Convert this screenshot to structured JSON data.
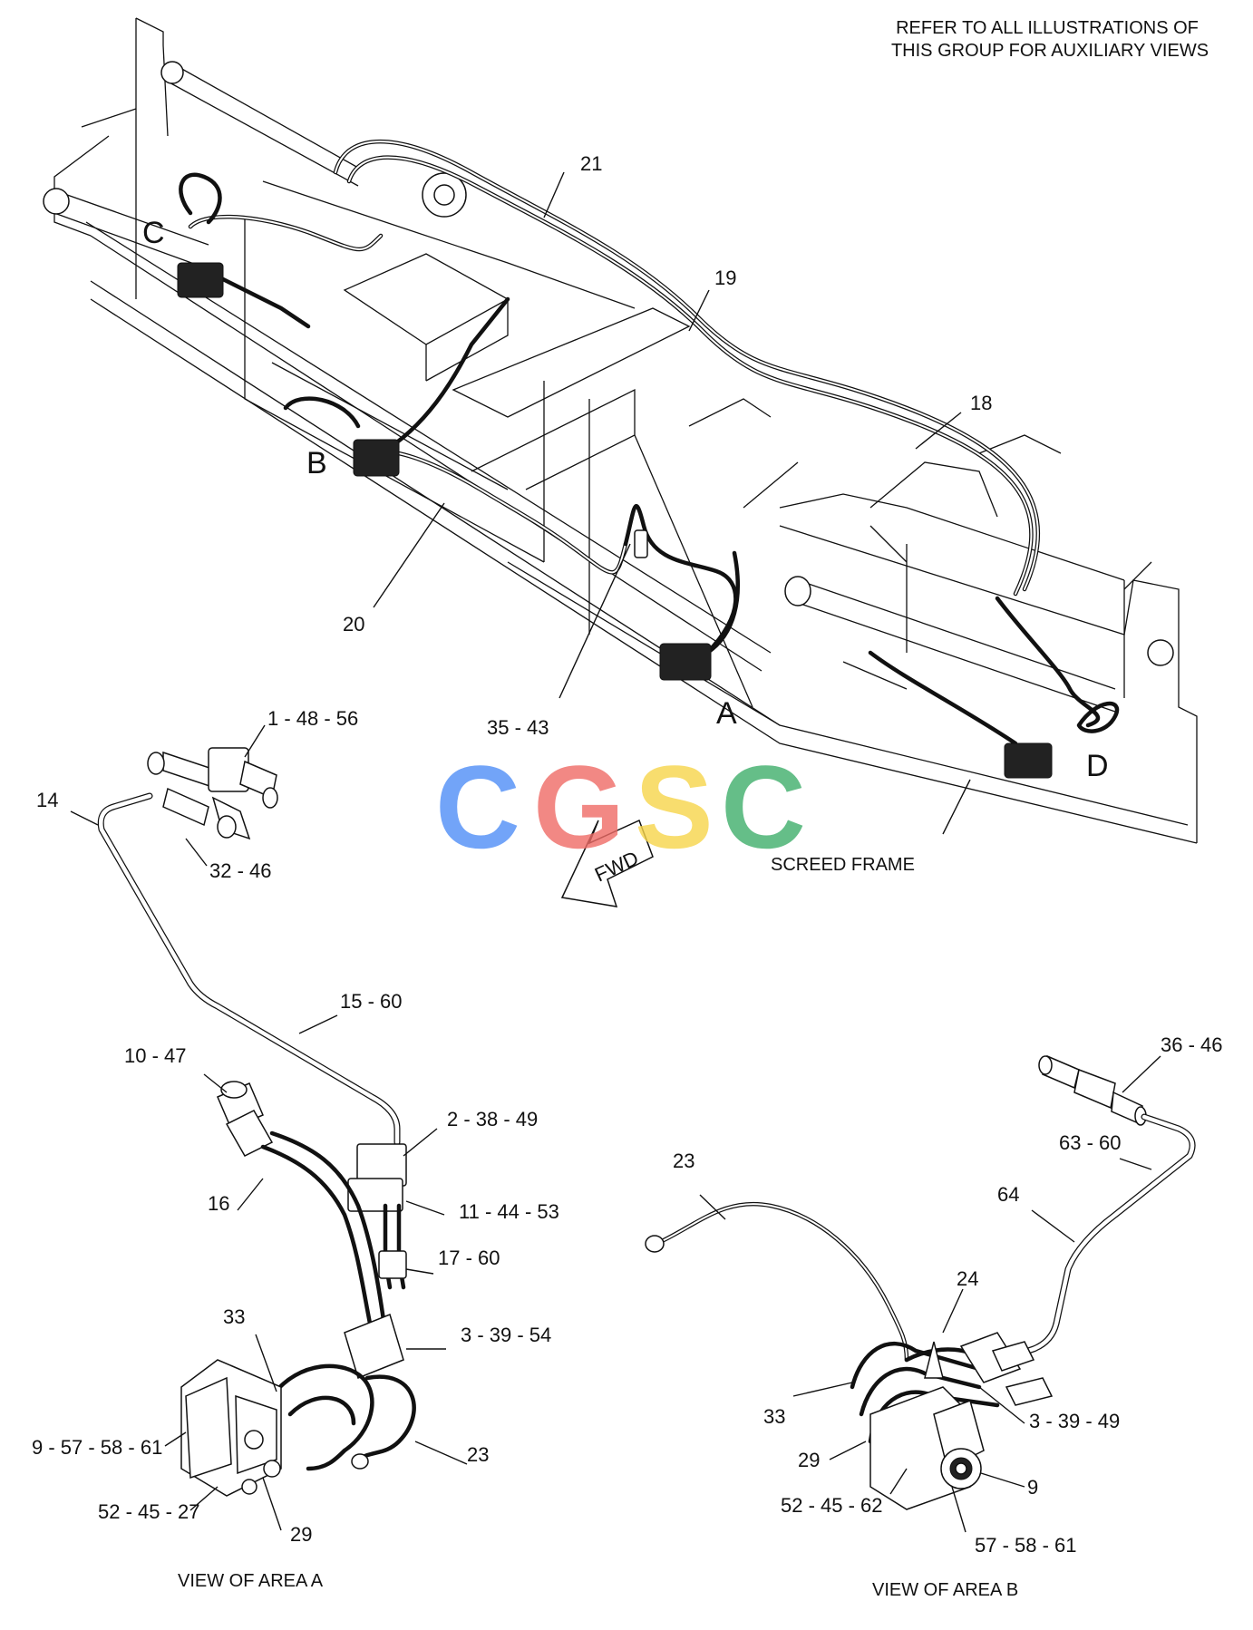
{
  "note": {
    "line1": "REFER TO ALL ILLUSTRATIONS OF",
    "line2": "THIS GROUP FOR AUXILIARY VIEWS"
  },
  "main_view": {
    "labels": {
      "l21": "21",
      "l19": "19",
      "l18": "18",
      "l20": "20",
      "l35_43": "35 - 43",
      "area_a": "A",
      "area_b": "B",
      "area_c": "C",
      "area_d": "D",
      "screed_frame": "SCREED FRAME",
      "fwd": "FWD"
    }
  },
  "view_a": {
    "caption": "VIEW OF AREA  A",
    "labels": {
      "l1_48_56": "1 - 48 - 56",
      "l14": "14",
      "l32_46": "32 - 46",
      "l15_60": "15 - 60",
      "l10_47": "10 - 47",
      "l2_38_49": "2 - 38 - 49",
      "l16": "16",
      "l11_44_53": "11 - 44 - 53",
      "l17_60": "17 - 60",
      "l33": "33",
      "l3_39_54": "3 - 39 - 54",
      "l9_57_58_61": "9 - 57 - 58 - 61",
      "l23": "23",
      "l52_45_27": "52 - 45 - 27",
      "l29": "29"
    }
  },
  "view_b": {
    "caption": "VIEW OF AREA  B",
    "labels": {
      "l36_46": "36 - 46",
      "l63_60": "63 - 60",
      "l23": "23",
      "l64": "64",
      "l24": "24",
      "l33": "33",
      "l3_39_49": "3 - 39 - 49",
      "l29": "29",
      "l9": "9",
      "l52_45_62": "52 - 45 - 62",
      "l57_58_61": "57 - 58 - 61"
    }
  },
  "watermark": {
    "letters": [
      "C",
      "G",
      "S",
      "C"
    ],
    "colors": [
      "#4f8ef7",
      "#ef6b66",
      "#f7d54a",
      "#3fae6b"
    ]
  }
}
